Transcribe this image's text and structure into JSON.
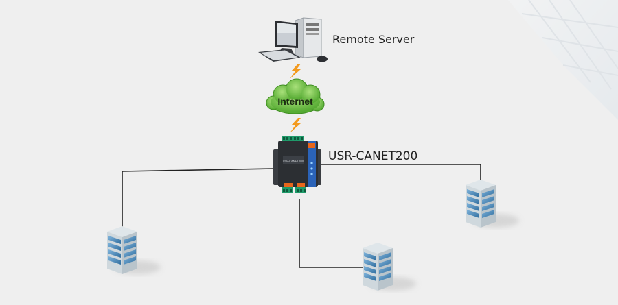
{
  "server": {
    "label": "Remote Server"
  },
  "cloud": {
    "label": "Internet"
  },
  "device": {
    "label": "USR-CANET200",
    "panel_text": "USR-CANET200"
  },
  "colors": {
    "background": "#efefef",
    "line": "#222222",
    "cloud": "#6fc23f",
    "lightning": "#f39a1e",
    "device_body": "#2c2f33",
    "device_stripe": "#2b63b8",
    "terminal": "#1f9a6a",
    "port_orange": "#e8661b",
    "building_glass": "#4f8ec0"
  },
  "icons": {
    "server": "desktop-computer-icon",
    "cloud": "internet-cloud-icon",
    "lightning": "lightning-bolt-icon",
    "device": "can-ethernet-converter-icon",
    "building": "office-building-icon"
  }
}
